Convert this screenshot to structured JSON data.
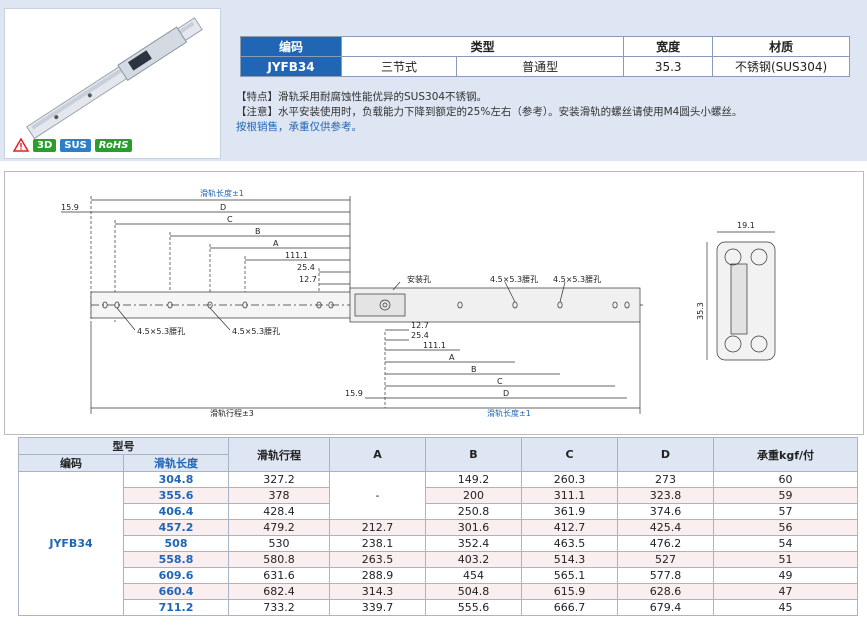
{
  "badges": [
    "3D",
    "SUS",
    "RoHS"
  ],
  "header": {
    "col_code": "编码",
    "col_type": "类型",
    "col_width": "宽度",
    "col_material": "材质",
    "code": "JYFB34",
    "type1": "三节式",
    "type2": "普通型",
    "width": "35.3",
    "material": "不锈钢(SUS304)"
  },
  "notes": {
    "feature": "【特点】滑轨采用耐腐蚀性能优异的SUS304不锈钢。",
    "caution": "【注意】水平安装使用时，负载能力下降到额定的25%左右（参考）。安装滑轨的螺丝请使用M4圆头小螺丝。",
    "sales": "按根销售，承重仅供参考。"
  },
  "drawing": {
    "rail_length_tol1": "滑轨长度±1",
    "D": "D",
    "C": "C",
    "B": "B",
    "A": "A",
    "d159": "15.9",
    "d1111": "111.1",
    "d254": "25.4",
    "d127": "12.7",
    "hole_label": "安装孔",
    "slot1": "4.5×5.3腰孔",
    "slot2": "4.5×5.3腰孔",
    "slot3": "4.5×5.3腰孔",
    "slot4": "4.5×5.3腰孔",
    "travel": "滑轨行程±3",
    "rail_length_tol2": "滑轨长度±1",
    "width191": "19.1",
    "height353": "35.3"
  },
  "table": {
    "model": "型号",
    "code": "编码",
    "rail_length": "滑轨长度",
    "travel": "滑轨行程",
    "A": "A",
    "B": "B",
    "C": "C",
    "D": "D",
    "load": "承重kgf/付",
    "code_value": "JYFB34",
    "dash": "-",
    "rows": [
      {
        "len": "304.8",
        "travel": "327.2",
        "A": "",
        "B": "149.2",
        "C": "260.3",
        "D": "273",
        "load": "60"
      },
      {
        "len": "355.6",
        "travel": "378",
        "A": "",
        "B": "200",
        "C": "311.1",
        "D": "323.8",
        "load": "59"
      },
      {
        "len": "406.4",
        "travel": "428.4",
        "A": "",
        "B": "250.8",
        "C": "361.9",
        "D": "374.6",
        "load": "57"
      },
      {
        "len": "457.2",
        "travel": "479.2",
        "A": "212.7",
        "B": "301.6",
        "C": "412.7",
        "D": "425.4",
        "load": "56"
      },
      {
        "len": "508",
        "travel": "530",
        "A": "238.1",
        "B": "352.4",
        "C": "463.5",
        "D": "476.2",
        "load": "54"
      },
      {
        "len": "558.8",
        "travel": "580.8",
        "A": "263.5",
        "B": "403.2",
        "C": "514.3",
        "D": "527",
        "load": "51"
      },
      {
        "len": "609.6",
        "travel": "631.6",
        "A": "288.9",
        "B": "454",
        "C": "565.1",
        "D": "577.8",
        "load": "49"
      },
      {
        "len": "660.4",
        "travel": "682.4",
        "A": "314.3",
        "B": "504.8",
        "C": "615.9",
        "D": "628.6",
        "load": "47"
      },
      {
        "len": "711.2",
        "travel": "733.2",
        "A": "339.7",
        "B": "555.6",
        "C": "666.7",
        "D": "679.4",
        "load": "45"
      }
    ]
  }
}
